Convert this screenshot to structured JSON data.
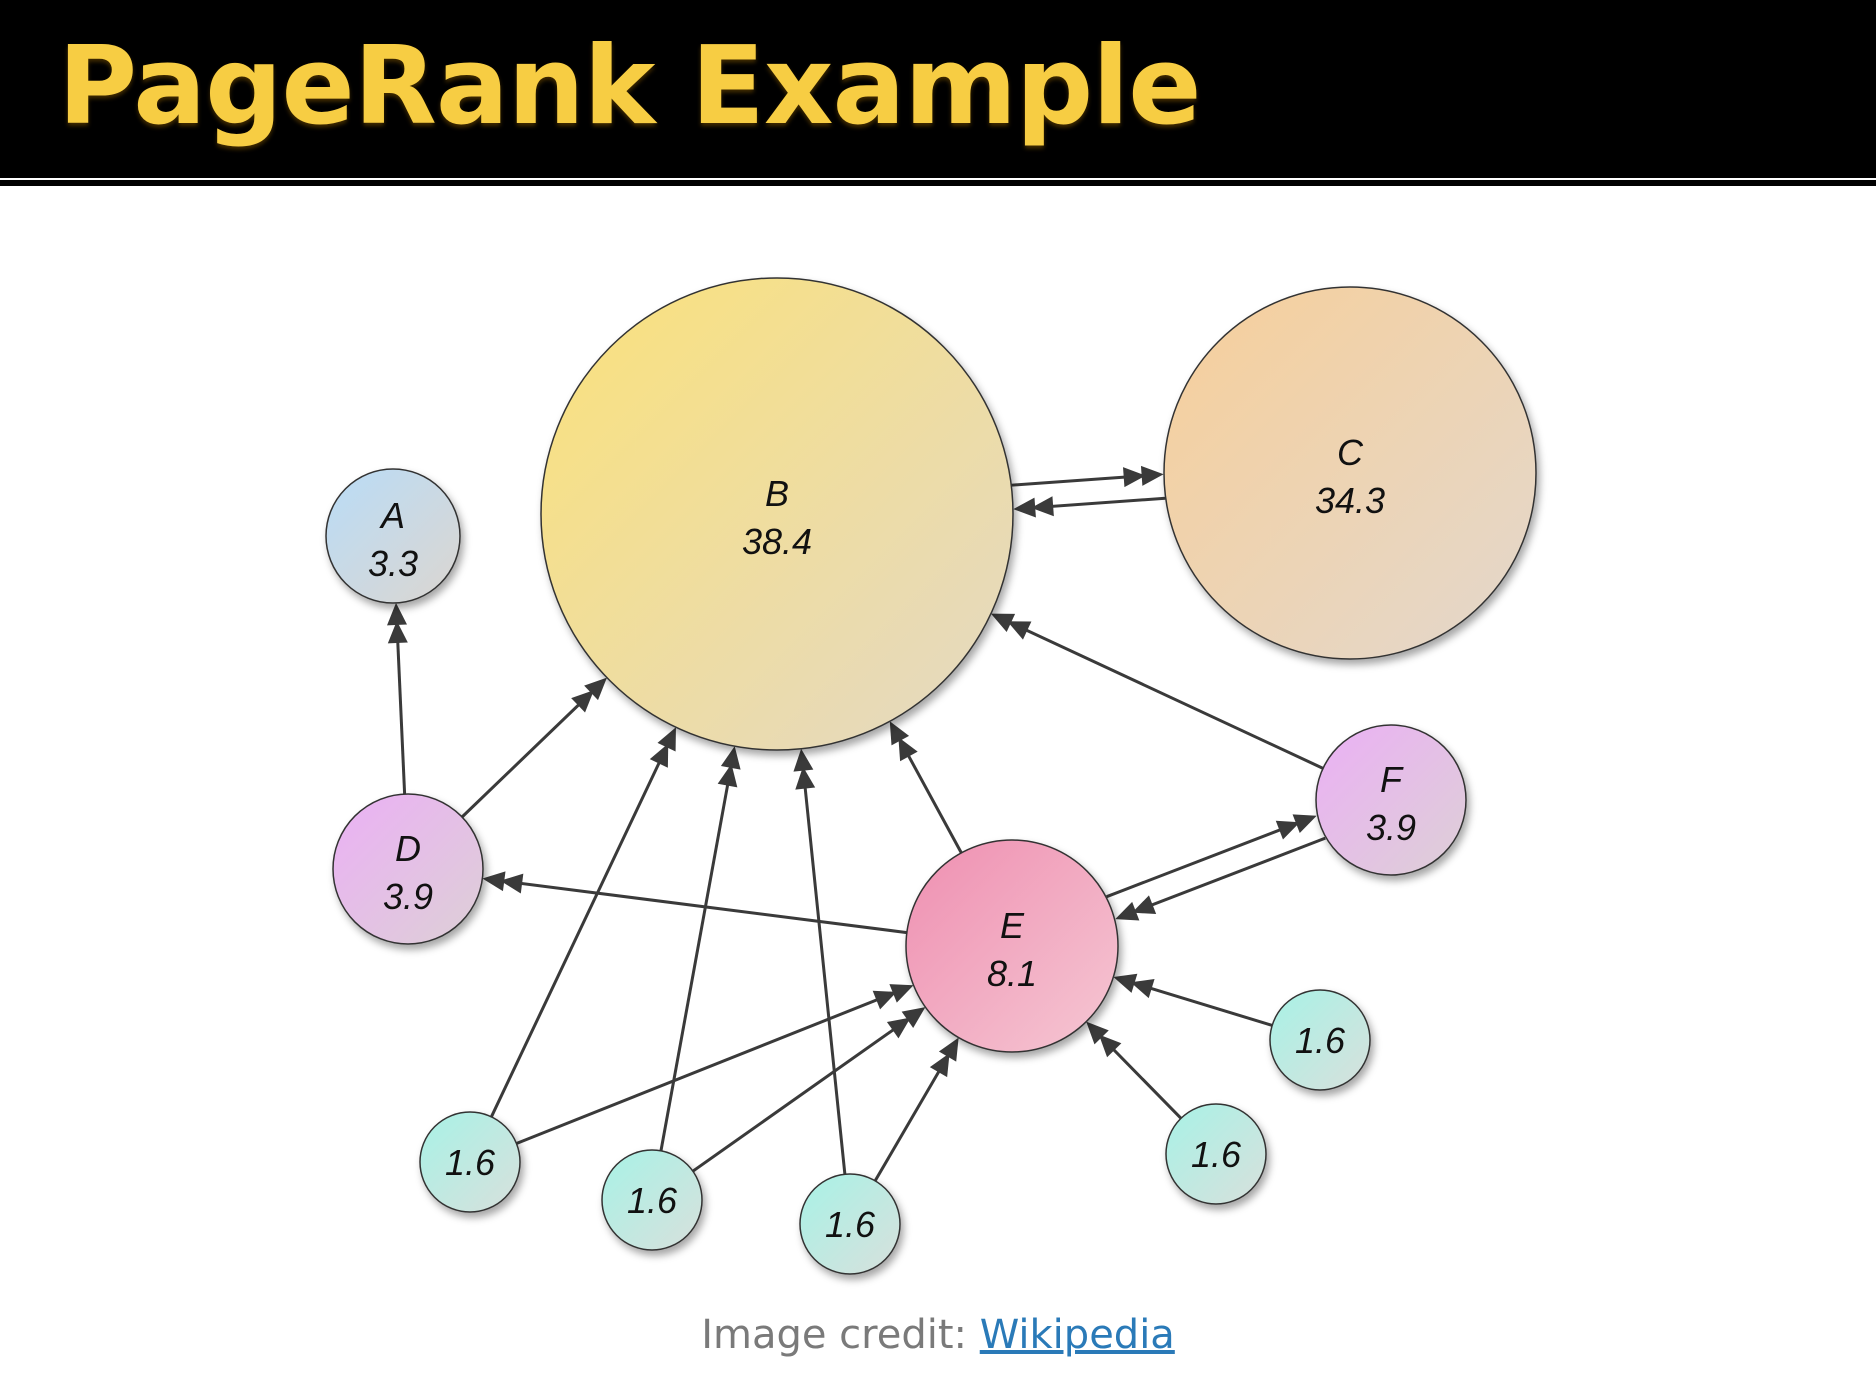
{
  "title": "PageRank Example",
  "credit": {
    "prefix": "Image credit: ",
    "link_text": "Wikipedia"
  },
  "colors": {
    "title": "#f7cd43",
    "title_bar": "#000000",
    "edge": "#3a3a3a",
    "link": "#2a7ab8"
  },
  "nodes": [
    {
      "id": "A",
      "name": "A",
      "score": "3.3",
      "fill": [
        "#b9dcf7",
        "#dcd6d0"
      ]
    },
    {
      "id": "B",
      "name": "B",
      "score": "38.4",
      "fill": [
        "#fbe27a",
        "#e3d8c5"
      ]
    },
    {
      "id": "C",
      "name": "C",
      "score": "34.3",
      "fill": [
        "#f7cf9a",
        "#e3d8cd"
      ]
    },
    {
      "id": "D",
      "name": "D",
      "score": "3.9",
      "fill": [
        "#ebb0f5",
        "#ddd0d6"
      ]
    },
    {
      "id": "E",
      "name": "E",
      "score": "8.1",
      "fill": [
        "#ef8fb1",
        "#f5c7d3"
      ]
    },
    {
      "id": "F",
      "name": "F",
      "score": "3.9",
      "fill": [
        "#ebb0f5",
        "#ddd0d6"
      ]
    },
    {
      "id": "G",
      "name": "",
      "score": "1.6",
      "fill": [
        "#a8f2e6",
        "#d8e0dc"
      ]
    },
    {
      "id": "H",
      "name": "",
      "score": "1.6",
      "fill": [
        "#a8f2e6",
        "#d8e0dc"
      ]
    },
    {
      "id": "I",
      "name": "",
      "score": "1.6",
      "fill": [
        "#a8f2e6",
        "#d8e0dc"
      ]
    },
    {
      "id": "J",
      "name": "",
      "score": "1.6",
      "fill": [
        "#a8f2e6",
        "#d8e0dc"
      ]
    },
    {
      "id": "K",
      "name": "",
      "score": "1.6",
      "fill": [
        "#a8f2e6",
        "#d8e0dc"
      ]
    }
  ],
  "edges": [
    {
      "from": "B",
      "to": "C"
    },
    {
      "from": "C",
      "to": "B"
    },
    {
      "from": "D",
      "to": "A"
    },
    {
      "from": "D",
      "to": "B"
    },
    {
      "from": "E",
      "to": "B"
    },
    {
      "from": "E",
      "to": "D"
    },
    {
      "from": "E",
      "to": "F"
    },
    {
      "from": "F",
      "to": "B"
    },
    {
      "from": "F",
      "to": "E"
    },
    {
      "from": "G",
      "to": "B"
    },
    {
      "from": "G",
      "to": "E"
    },
    {
      "from": "H",
      "to": "B"
    },
    {
      "from": "H",
      "to": "E"
    },
    {
      "from": "I",
      "to": "B"
    },
    {
      "from": "I",
      "to": "E"
    },
    {
      "from": "J",
      "to": "E"
    },
    {
      "from": "K",
      "to": "E"
    }
  ]
}
